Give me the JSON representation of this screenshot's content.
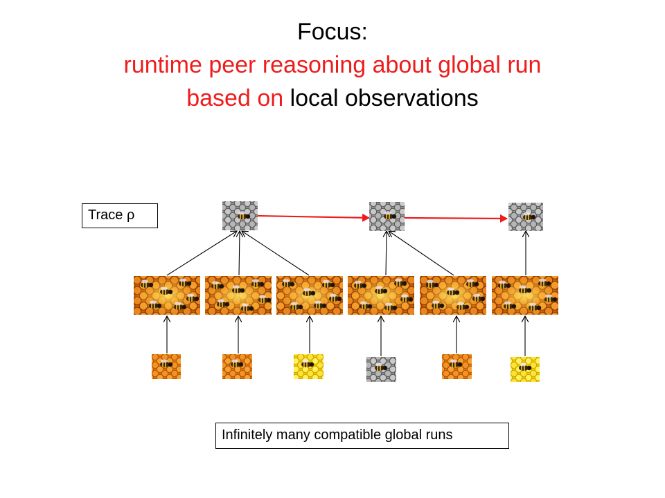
{
  "title": {
    "line1": "Focus:",
    "line2": "runtime peer reasoning about global run",
    "line3_red": "based on",
    "line3_black": "local observations"
  },
  "trace_label": "Trace  ρ",
  "runs_label": "Infinitely many compatible global runs",
  "colors": {
    "red_accent": "#ee1c1c",
    "arrow_black": "#000000",
    "honeycomb_orange": "#e9841c",
    "honeycomb_yellow": "#f5dc1e",
    "honeycomb_gray": "#9a9a9a"
  },
  "diagram": {
    "trace_nodes": [
      "gray-hive-bee",
      "gray-hive-bee",
      "gray-hive-bee"
    ],
    "global_nodes": [
      "bee-swarm",
      "bee-swarm",
      "bee-swarm",
      "bee-swarm",
      "bee-swarm",
      "bee-swarm"
    ],
    "local_nodes": [
      "orange-hive-bee",
      "orange-hive-bee",
      "yellow-hive-bee",
      "gray-hive-bee",
      "orange-hive-bee",
      "yellow-hive-bee"
    ]
  }
}
